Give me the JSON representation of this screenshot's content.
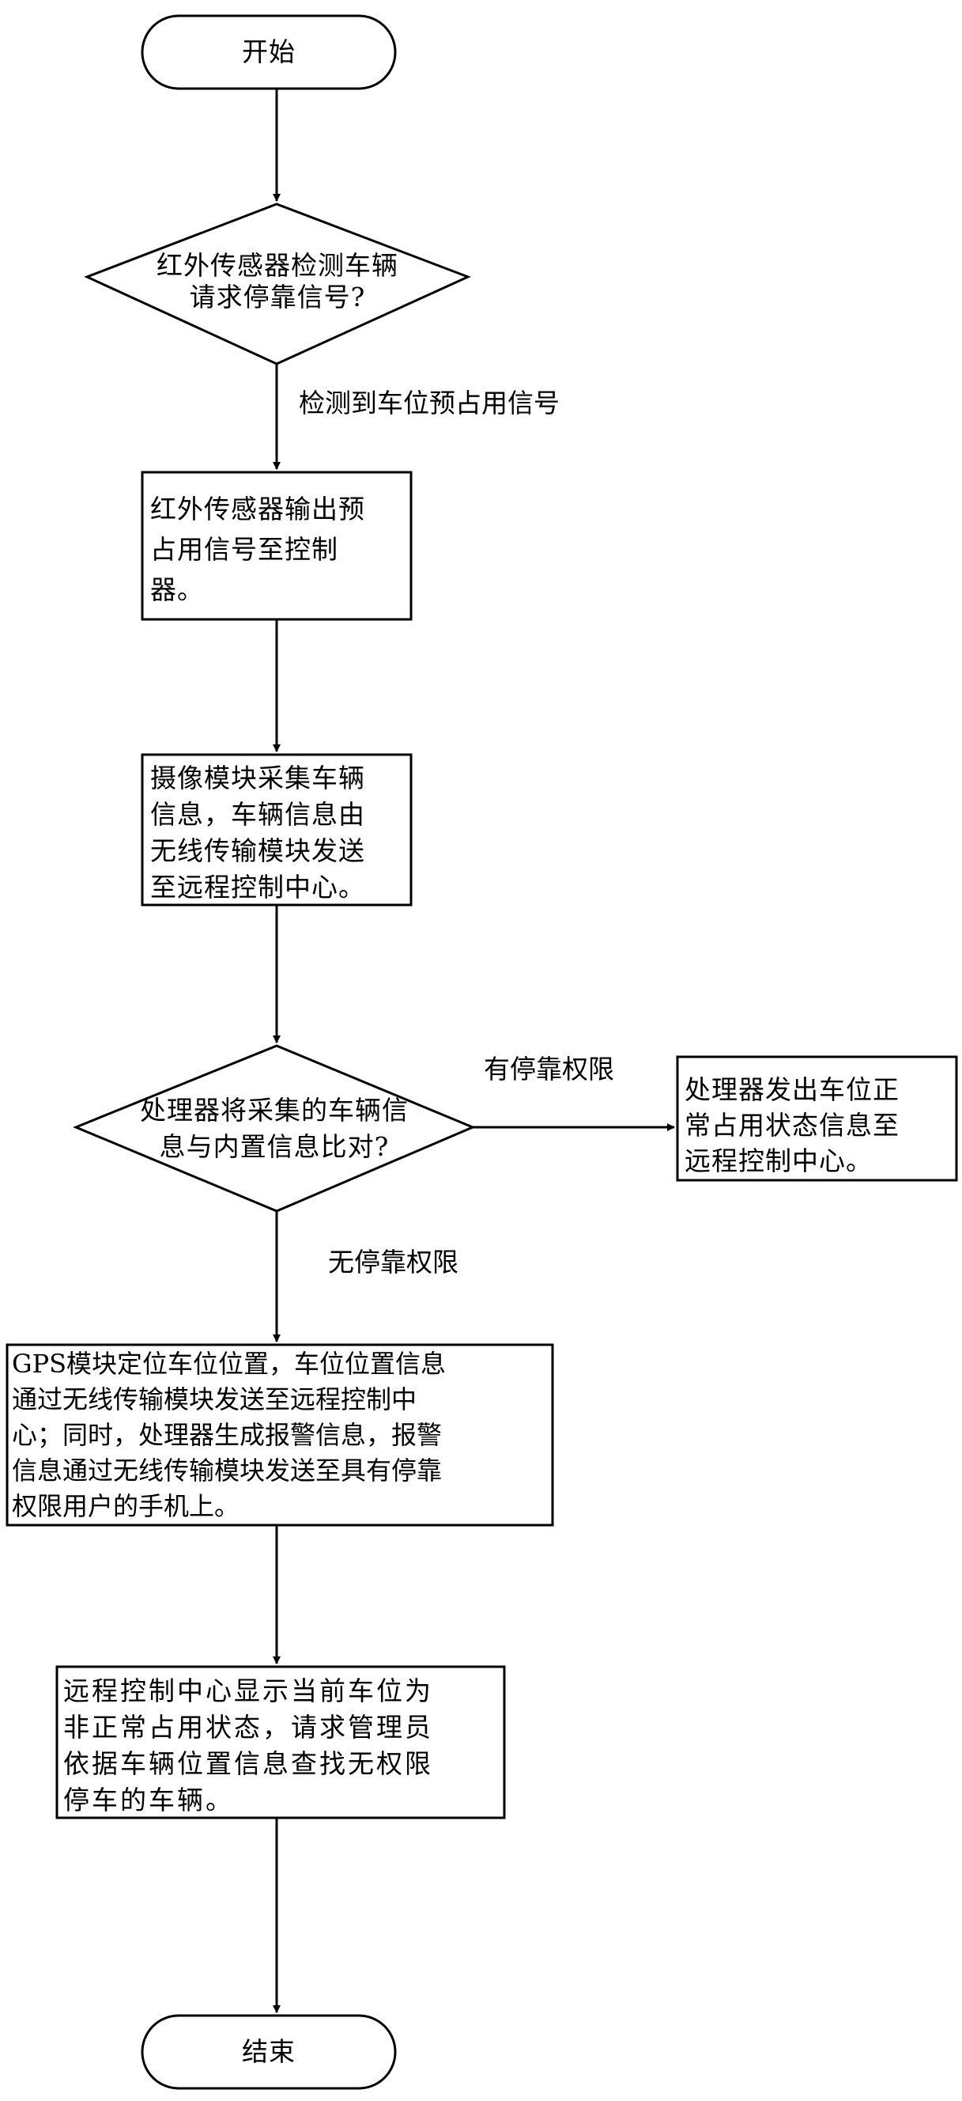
{
  "flowchart": {
    "start": "开始",
    "decision1": {
      "line1": "红外传感器检测车辆",
      "line2": "请求停靠信号?"
    },
    "edge_detected": "检测到车位预占用信号",
    "step1": {
      "line1": "红外传感器输出预",
      "line2": "占用信号至控制",
      "line3": "器。"
    },
    "step2": {
      "line1": "摄像模块采集车辆",
      "line2": "信息，车辆信息由",
      "line3": "无线传输模块发送",
      "line4": "至远程控制中心。"
    },
    "decision2": {
      "line1": "处理器将采集的车辆信",
      "line2": "息与内置信息比对?"
    },
    "edge_has_permission": "有停靠权限",
    "side_step": {
      "line1": "处理器发出车位正",
      "line2": "常占用状态信息至",
      "line3": "远程控制中心。"
    },
    "edge_no_permission": "无停靠权限",
    "step3": {
      "line1": "GPS模块定位车位位置，车位位置信息",
      "line2": "通过无线传输模块发送至远程控制中",
      "line3": "心；同时，处理器生成报警信息，报警",
      "line4": "信息通过无线传输模块发送至具有停靠",
      "line5": "权限用户的手机上。"
    },
    "step4": {
      "line1": "远程控制中心显示当前车位为",
      "line2": "非正常占用状态，请求管理员",
      "line3": "依据车辆位置信息查找无权限",
      "line4": "停车的车辆。"
    },
    "end": "结束"
  }
}
